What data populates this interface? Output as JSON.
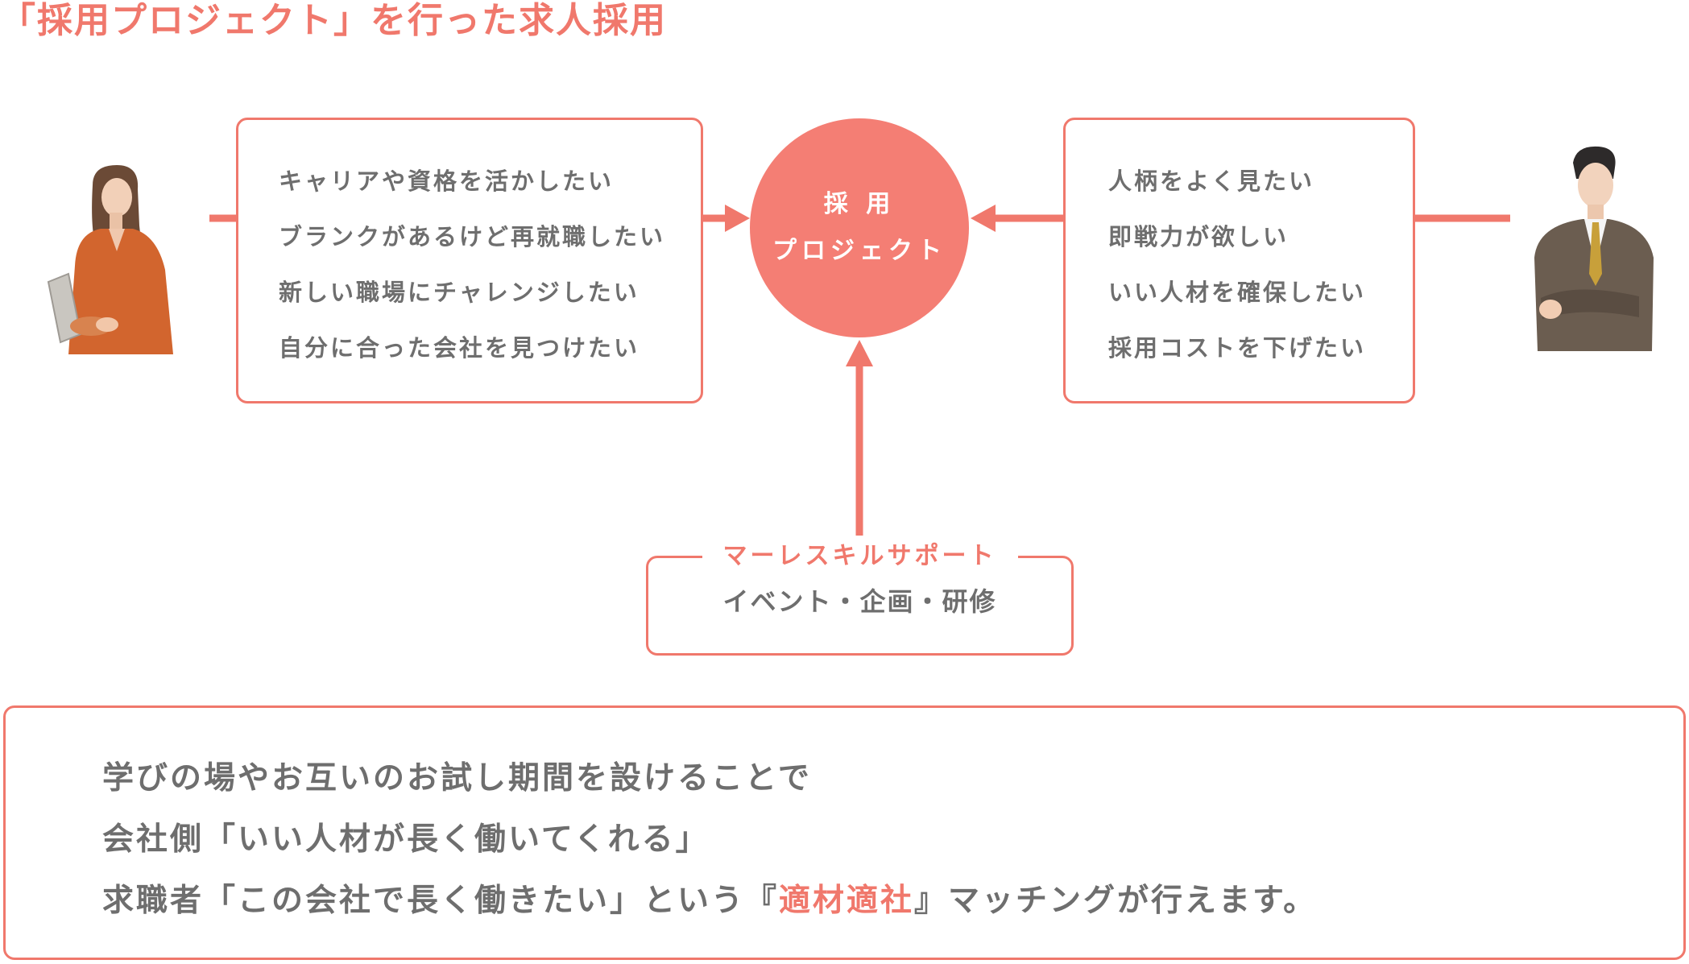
{
  "title": "「採用プロジェクト」を行った求人採用",
  "job_seeker": {
    "wishes": [
      "キャリアや資格を活かしたい",
      "ブランクがあるけど再就職したい",
      "新しい職場にチャレンジしたい",
      "自分に合った会社を見つけたい"
    ]
  },
  "center": {
    "line1": "採 用",
    "line2": "プロジェクト"
  },
  "company": {
    "wishes": [
      "人柄をよく見たい",
      "即戦力が欲しい",
      "いい人材を確保したい",
      "採用コストを下げたい"
    ]
  },
  "support": {
    "label": "マーレスキルサポート",
    "text": "イベント・企画・研修"
  },
  "summary": {
    "line1": "学びの場やお互いのお試し期間を設けることで",
    "line2": "会社側「いい人材が長く働いてくれる」",
    "line3_before": "求職者「この会社で長く働きたい」という『",
    "line3_highlight": "適材適社",
    "line3_after": "』マッチングが行えます。"
  },
  "colors": {
    "accent": "#f0786c",
    "circle": "#f47e74",
    "text": "#6e6e6e"
  }
}
